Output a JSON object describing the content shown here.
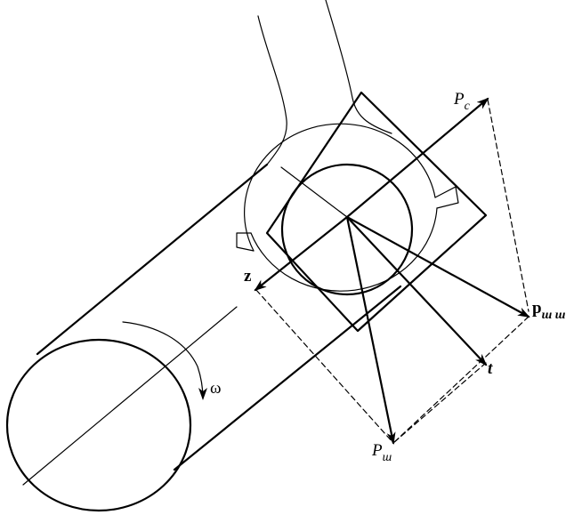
{
  "labels": {
    "pc": {
      "main": "P",
      "sub": "c"
    },
    "pw": {
      "main": "P",
      "sub": "ш"
    },
    "pww": {
      "main": "p",
      "sub": "ш ш"
    },
    "t": "t",
    "z": "z",
    "omega": "ω"
  },
  "colors": {
    "stroke": "#000000",
    "background": "#ffffff"
  }
}
